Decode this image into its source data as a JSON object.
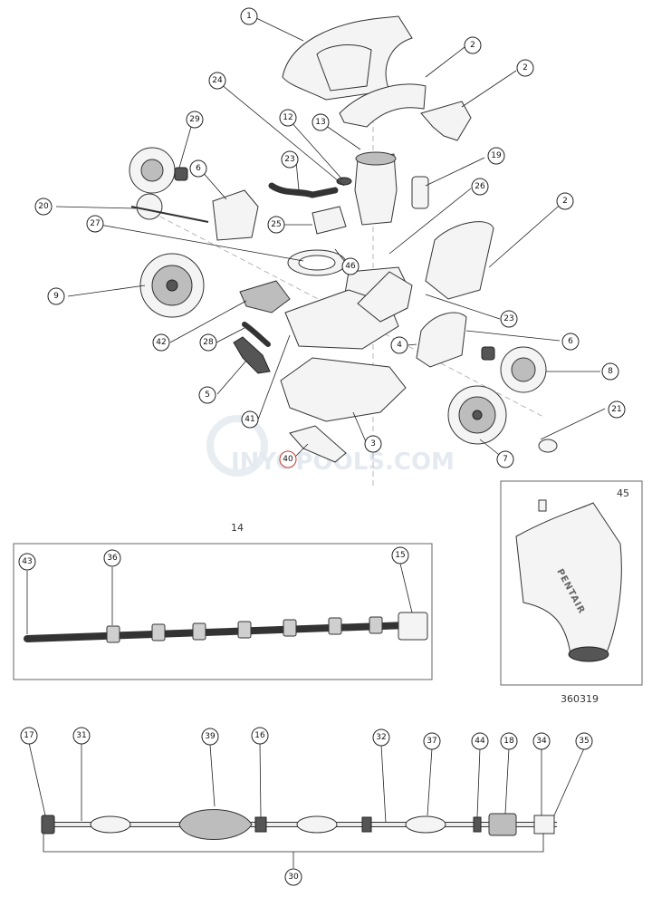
{
  "diagram": {
    "exploded_callouts": [
      "1",
      "2",
      "2",
      "2",
      "29",
      "6",
      "12",
      "13",
      "23",
      "19",
      "26",
      "24",
      "20",
      "27",
      "25",
      "46",
      "9",
      "42",
      "28",
      "5",
      "41",
      "40",
      "3",
      "4",
      "23",
      "6",
      "8",
      "7",
      "21"
    ],
    "watermark": "INYOPOOLS.COM",
    "panel_hose": {
      "title": "14",
      "callouts": [
        "43",
        "36",
        "15"
      ]
    },
    "panel_bag": {
      "number": "45",
      "brand": "PENTAIR",
      "code": "360319"
    },
    "panel_tube": {
      "callouts": [
        "17",
        "31",
        "39",
        "16",
        "32",
        "37",
        "44",
        "18",
        "34",
        "35",
        "30"
      ]
    }
  }
}
